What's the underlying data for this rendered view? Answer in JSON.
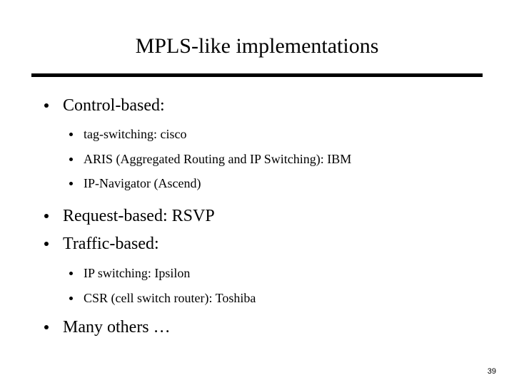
{
  "slide": {
    "title": "MPLS-like implementations",
    "page_number": "39",
    "colors": {
      "text": "#000000",
      "background": "#ffffff",
      "rule": "#000000"
    },
    "bullets": [
      {
        "level": 1,
        "text": "Control-based:"
      },
      {
        "level": 2,
        "text": "tag-switching: cisco"
      },
      {
        "level": 2,
        "text": "ARIS (Aggregated Routing and IP Switching): IBM"
      },
      {
        "level": 2,
        "text": "IP-Navigator (Ascend)"
      },
      {
        "level": 1,
        "text": "Request-based: RSVP"
      },
      {
        "level": 1,
        "text": "Traffic-based:"
      },
      {
        "level": 2,
        "text": "IP switching: Ipsilon"
      },
      {
        "level": 2,
        "text": "CSR (cell switch router): Toshiba"
      },
      {
        "level": 1,
        "text": "Many others …"
      }
    ]
  }
}
